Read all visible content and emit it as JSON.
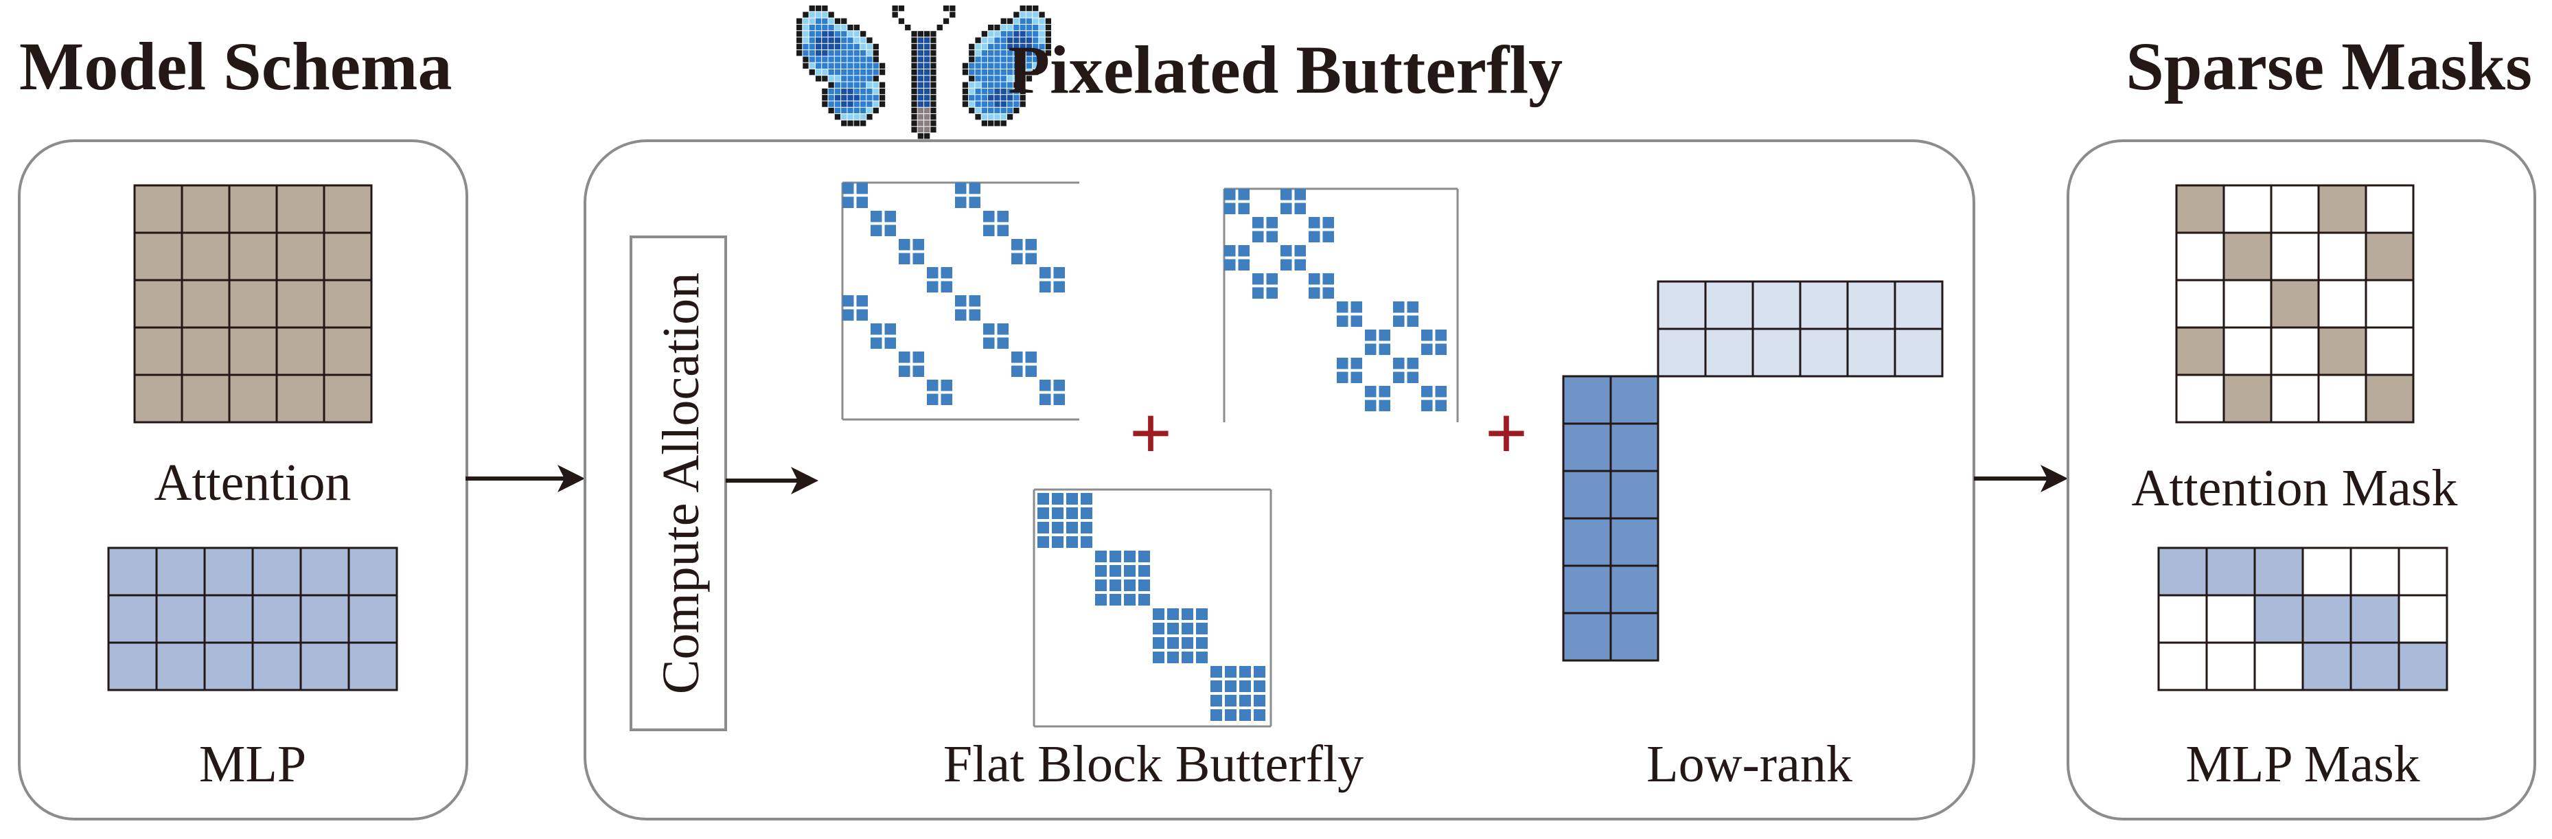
{
  "panels": {
    "model_schema": {
      "title": "Model Schema",
      "attention_label": "Attention",
      "mlp_label": "MLP"
    },
    "pixelated_butterfly": {
      "title": "Pixelated Butterfly",
      "compute_label": "Compute Allocation",
      "flat_block_label": "Flat Block Butterfly",
      "low_rank_label": "Low-rank",
      "plus_symbol": "+"
    },
    "sparse_masks": {
      "title": "Sparse Masks",
      "attention_mask_label": "Attention Mask",
      "mlp_mask_label": "MLP Mask"
    }
  },
  "icons": [
    "butterfly-icon",
    "arrow-right-icon"
  ],
  "colors": {
    "attention": "#b8ab9c",
    "mlp": "#a9bbd9",
    "block": "#3f7fbf",
    "low_rank_tall": "#6f95c8",
    "low_rank_wide": "#d8e1f0",
    "plus": "#9c1c21",
    "text": "#231815",
    "panel_border": "#8c8c8c"
  },
  "masks": {
    "attention_pattern": [
      [
        1,
        0,
        0,
        1,
        0
      ],
      [
        0,
        1,
        0,
        0,
        1
      ],
      [
        0,
        0,
        1,
        0,
        0
      ],
      [
        1,
        0,
        0,
        1,
        0
      ],
      [
        0,
        1,
        0,
        0,
        1
      ]
    ],
    "mlp_pattern": [
      [
        1,
        1,
        1,
        0,
        0,
        0
      ],
      [
        0,
        0,
        1,
        1,
        1,
        0
      ],
      [
        0,
        0,
        0,
        1,
        1,
        1
      ]
    ]
  }
}
